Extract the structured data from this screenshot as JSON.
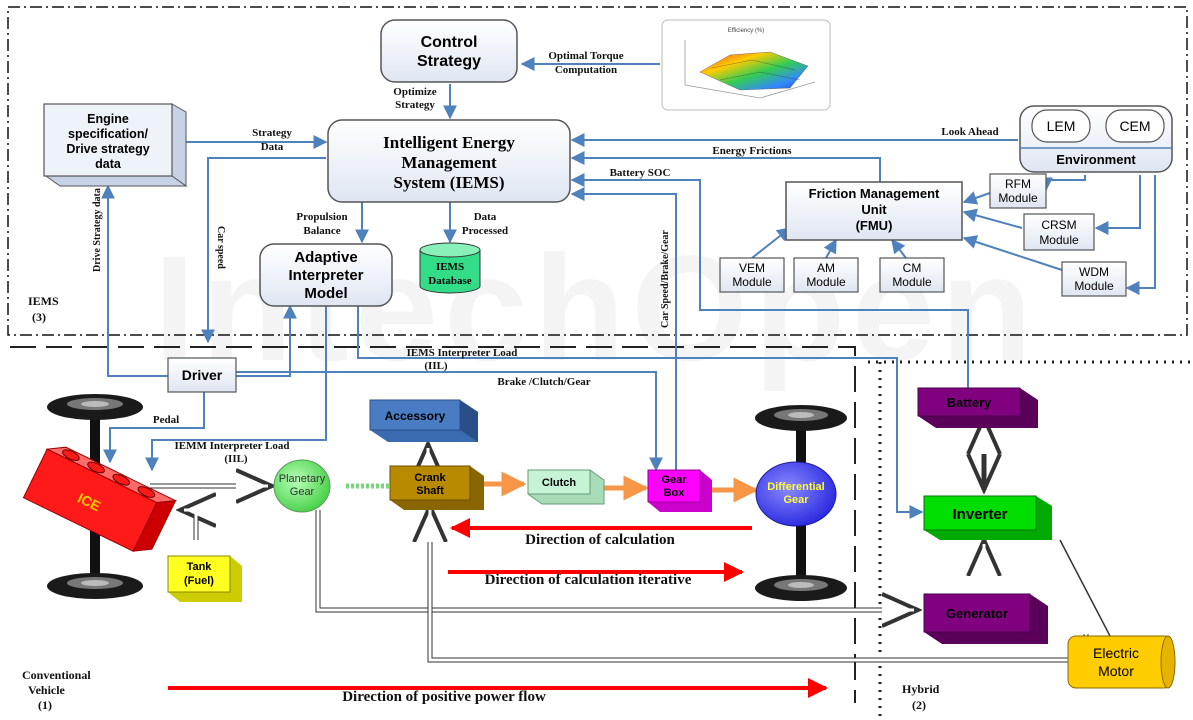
{
  "colors": {
    "line_blue": "#4f81bd",
    "box_fill": "#e9eef7",
    "box_stroke": "#4a4a4a",
    "red_arrow": "#ff0000",
    "ice_red": "#ff1a1a",
    "accessory_blue": "#4a7cc4",
    "crank_brown": "#b88a00",
    "clutch_green": "#c6f2d6",
    "gearbox_magenta": "#ff00ff",
    "planetary_green": "#66ee66",
    "differential_blue": "#3b3bff",
    "tank_yellow": "#ffff22",
    "battery_purple": "#800080",
    "inverter_green": "#00dd00",
    "generator_purple": "#800080",
    "motor_orange": "#ffcc00",
    "database_green": "#33dd88"
  },
  "watermark": "IntechOpen",
  "sections": {
    "iems": {
      "line1": "IEMS",
      "line2": "(3)"
    },
    "conventional": {
      "line1": "Conventional",
      "line2": "Vehicle",
      "line3": "(1)"
    },
    "hybrid": {
      "line1": "Hybrid",
      "line2": "(2)"
    }
  },
  "boxes": {
    "control_strategy": {
      "line1": "Control",
      "line2": "Strategy"
    },
    "engine_spec": {
      "line1": "Engine",
      "line2": "specification/",
      "line3": "Drive strategy",
      "line4": "data"
    },
    "iems_main": {
      "line1": "Intelligent Energy",
      "line2": "Management",
      "line3": "System (IEMS)"
    },
    "environment": {
      "lem": "LEM",
      "cem": "CEM",
      "label": "Environment"
    },
    "fmu": {
      "line1": "Friction Management",
      "line2": "Unit",
      "line3": "(FMU)"
    },
    "rfm": {
      "line1": "RFM",
      "line2": "Module"
    },
    "crsm": {
      "line1": "CRSM",
      "line2": "Module"
    },
    "wdm": {
      "line1": "WDM",
      "line2": "Module"
    },
    "vem": {
      "line1": "VEM",
      "line2": "Module"
    },
    "am": {
      "line1": "AM",
      "line2": "Module"
    },
    "cm": {
      "line1": "CM",
      "line2": "Module"
    },
    "adaptive": {
      "line1": "Adaptive",
      "line2": "Interpreter",
      "line3": "Model"
    },
    "database": {
      "line1": "IEMS",
      "line2": "Database"
    },
    "driver": {
      "label": "Driver"
    }
  },
  "components": {
    "accessory": "Accessory",
    "crank": {
      "line1": "Crank",
      "line2": "Shaft"
    },
    "clutch": "Clutch",
    "gearbox": {
      "line1": "Gear",
      "line2": "Box"
    },
    "planetary": {
      "line1": "Planetary",
      "line2": "Gear"
    },
    "differential": {
      "line1": "Differential",
      "line2": "Gear"
    },
    "ice": "ICE",
    "tank": {
      "line1": "Tank",
      "line2": "(Fuel)"
    },
    "battery": "Battery",
    "inverter": "Inverter",
    "generator": "Generator",
    "motor": {
      "line1": "Electric",
      "line2": "Motor"
    }
  },
  "labels": {
    "optimal_torque": {
      "line1": "Optimal Torque",
      "line2": "Computation"
    },
    "optimize_strategy": {
      "line1": "Optimize",
      "line2": "Strategy"
    },
    "strategy_data": {
      "line1": "Strategy",
      "line2": "Data"
    },
    "look_ahead": "Look Ahead",
    "energy_frictions": "Energy Frictions",
    "battery_soc": "Battery SOC",
    "propulsion_balance": {
      "line1": "Propulsion",
      "line2": "Balance"
    },
    "data_processed": {
      "line1": "Data",
      "line2": "Processed"
    },
    "drive_strategy_data": "Drive Strategy data",
    "car_speed": "Car speed",
    "car_speed_brake_gear": "Car Speed/Brake/Gear",
    "iems_interpreter_load": {
      "line1": "IEMS Interpreter Load",
      "line2": "(IIL)"
    },
    "brake_clutch_gear": "Brake /Clutch/Gear",
    "pedal": "Pedal",
    "iemm_interpreter_load": {
      "line1": "IEMM Interpreter Load",
      "line2": "(IIL)"
    },
    "direction_calc": "Direction of calculation",
    "direction_calc_iterative": "Direction of calculation iterative",
    "direction_power": "Direction of positive power flow"
  },
  "efficiency_map": {
    "title": "Efficiency (%)"
  }
}
